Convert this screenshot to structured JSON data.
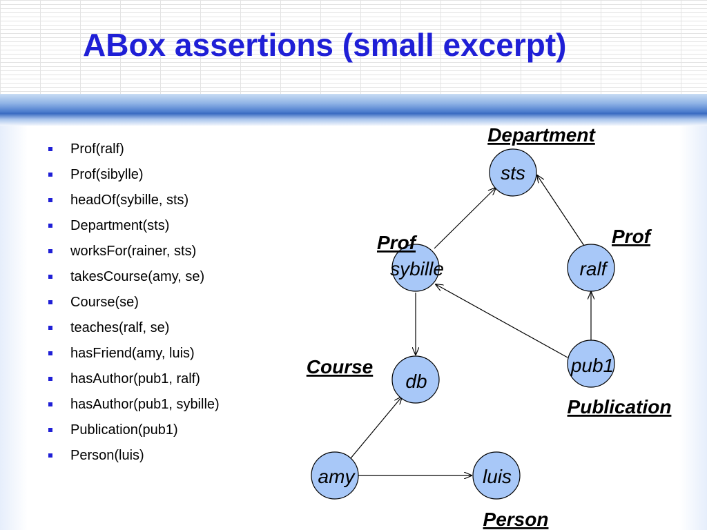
{
  "slide": {
    "title": "ABox assertions (small excerpt)",
    "colors": {
      "title": "#1f1fd6",
      "bullet": "#1f1fd6",
      "node_fill": "#a8c8f8",
      "edge": "#000000"
    }
  },
  "assertions": [
    "Prof(ralf)",
    "Prof(sibylle)",
    "headOf(sybille, sts)",
    "Department(sts)",
    "worksFor(rainer, sts)",
    "takesCourse(amy, se)",
    "Course(se)",
    "teaches(ralf, se)",
    "hasFriend(amy, luis)",
    "hasAuthor(pub1, ralf)",
    "hasAuthor(pub1, sybille)",
    "Publication(pub1)",
    "Person(luis)"
  ],
  "graph": {
    "nodes": {
      "sts": "sts",
      "sybille": "sybille",
      "ralf": "ralf",
      "pub1": "pub1",
      "db": "db",
      "amy": "amy",
      "luis": "luis"
    },
    "concepts": {
      "department": "Department",
      "prof_sybille": "Prof",
      "prof_ralf": "Prof",
      "course": "Course",
      "publication": "Publication",
      "person": "Person"
    },
    "edges": [
      {
        "from": "sybille",
        "to": "sts"
      },
      {
        "from": "ralf",
        "to": "sts"
      },
      {
        "from": "sybille",
        "to": "db"
      },
      {
        "from": "pub1",
        "to": "sybille"
      },
      {
        "from": "pub1",
        "to": "ralf"
      },
      {
        "from": "amy",
        "to": "db"
      },
      {
        "from": "amy",
        "to": "luis"
      }
    ]
  }
}
